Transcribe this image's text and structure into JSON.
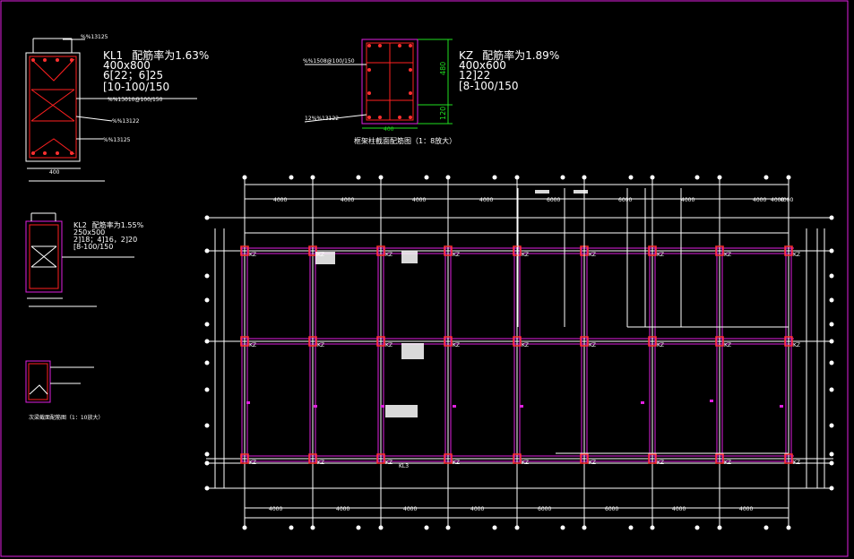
{
  "beam_kl1": {
    "name": "KL1",
    "ratio": "配筋率为1.63%",
    "size": "400x800",
    "rebar": "6[22；6]25",
    "stirrup": "[10-100/150",
    "note_top": "%%13125",
    "note_mid": "%%13122",
    "note_mid2": "%%13010@100/150",
    "note_bot": "%%13125",
    "width_dim": "400"
  },
  "column_kz": {
    "name": "KZ",
    "ratio": "配筋率为1.89%",
    "size": "400x600",
    "rebar": "12]22",
    "stirrup": "[8-100/150",
    "note_left": "%%1508@100/150",
    "note_bot": "12%%13122",
    "dim_480": "480",
    "dim_120": "120",
    "dim_width": "400",
    "caption": "框架柱截面配筋图（1：8放大）"
  },
  "beam_kl2": {
    "name": "KL2",
    "ratio": "配筋率为1.55%",
    "size": "250x500",
    "rebar": "2]18；4]16，2]20",
    "stirrup": "[8-100/150"
  },
  "small_section": {
    "caption": "次梁截面配筋图（1：10放大）"
  },
  "plan": {
    "beam_label": "KL3",
    "column_tag": "KZ",
    "dim_labels": [
      "4000",
      "4000",
      "4000",
      "4000",
      "6000",
      "6000",
      "4000",
      "4000",
      "4000",
      "4000"
    ],
    "bays": 8,
    "rows": 3
  }
}
